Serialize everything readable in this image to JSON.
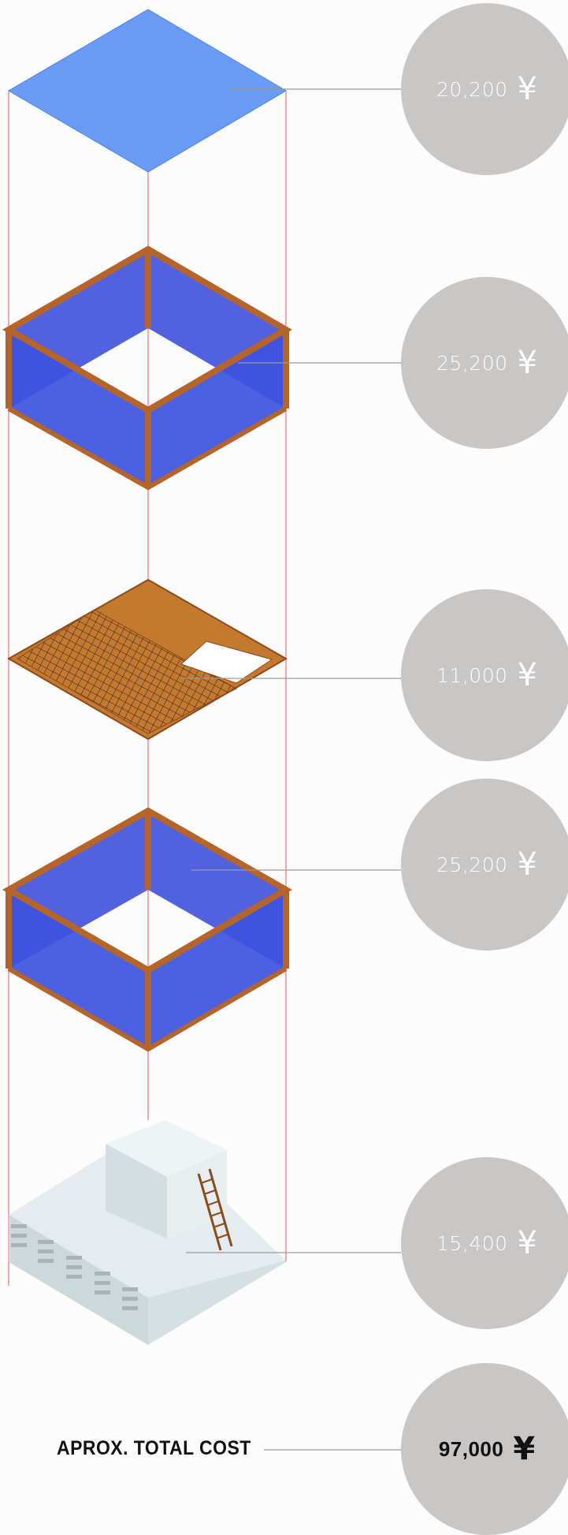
{
  "layers": [
    {
      "name": "roof",
      "amount": "20,200",
      "currency": "¥"
    },
    {
      "name": "upper-walls",
      "amount": "25,200",
      "currency": "¥"
    },
    {
      "name": "net-floor",
      "amount": "11,000",
      "currency": "¥"
    },
    {
      "name": "lower-walls",
      "amount": "25,200",
      "currency": "¥"
    },
    {
      "name": "base-structure",
      "amount": "15,400",
      "currency": "¥"
    }
  ],
  "total": {
    "label": "APROX. TOTAL  COST",
    "amount": "97,000",
    "currency": "¥"
  },
  "colors": {
    "panel_blue": "#3d52e0",
    "roof_blue": "#6a9cf5",
    "frame_wood": "#b5652a",
    "guide_red": "#e8545c",
    "leader_gray": "#9a9a9a",
    "circle_gray": "#c9c6c6",
    "base_white": "#e4ecef"
  }
}
